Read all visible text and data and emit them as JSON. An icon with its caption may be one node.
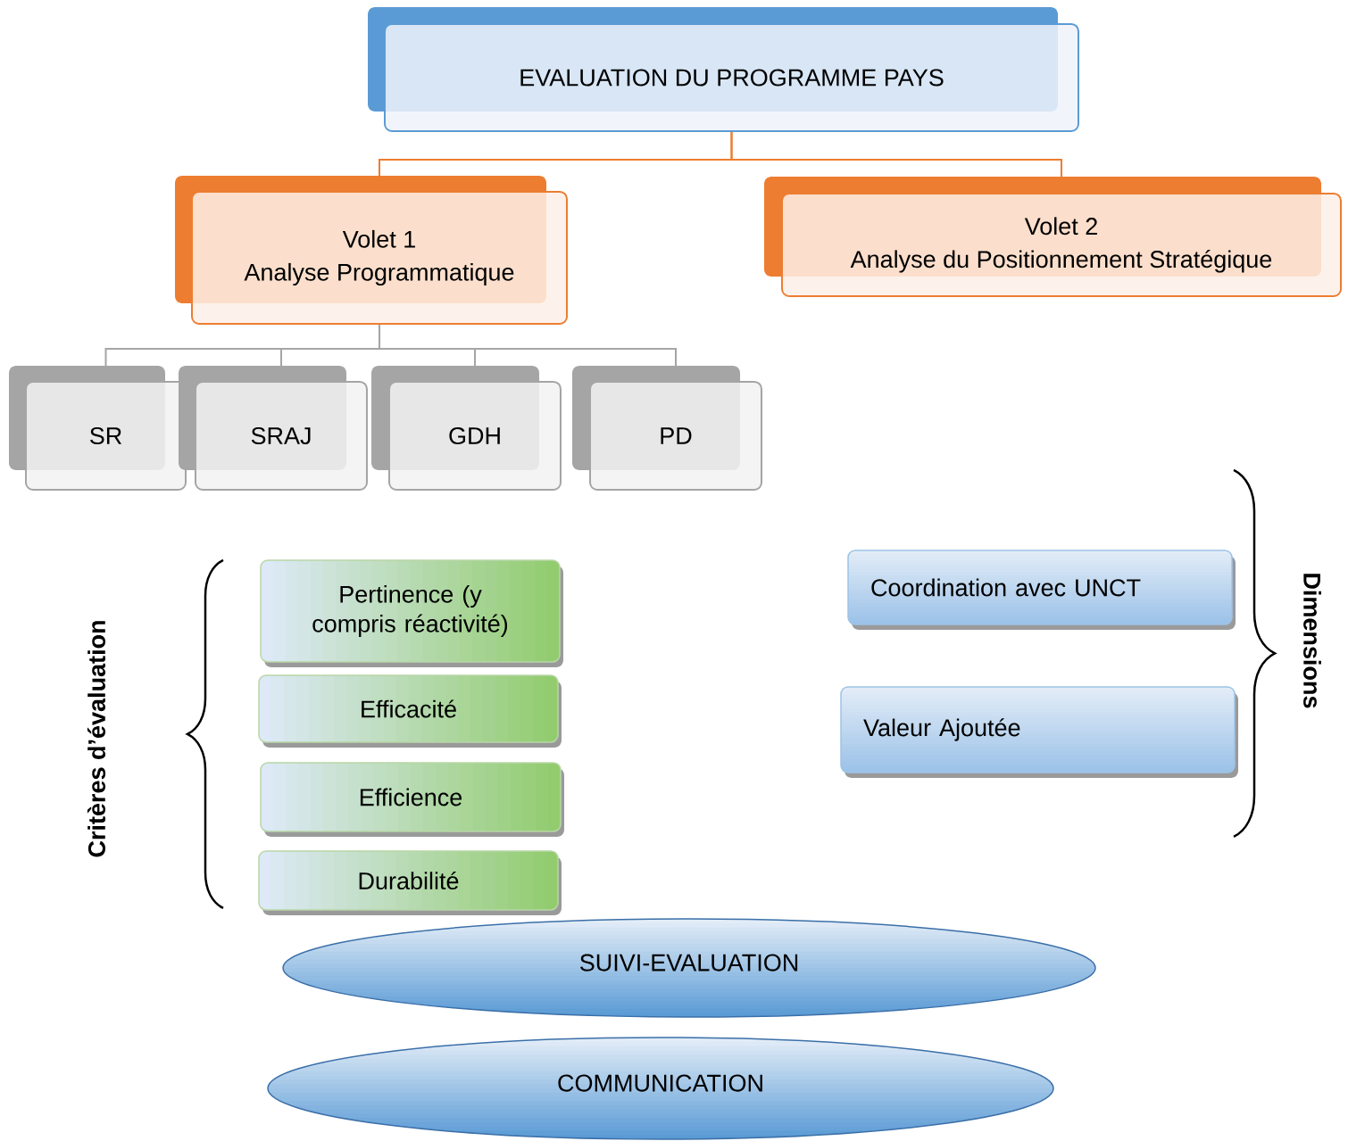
{
  "diagram": {
    "nodes": [
      {
        "text": [
          "EVALUATION DU PROGRAMME PAYS"
        ]
      },
      {
        "text": [
          "Volet 1",
          "Analyse Programmatique"
        ]
      },
      {
        "text": [
          "Volet 2",
          "Analyse du Positionnement  Stratégique"
        ]
      },
      {
        "text": [
          "SR"
        ]
      },
      {
        "text": [
          "SRAJ"
        ]
      },
      {
        "text": [
          "GDH"
        ]
      },
      {
        "text": [
          "PD"
        ]
      },
      {
        "text": [
          "Pertinence (y compris réactivité)"
        ]
      },
      {
        "text": [
          "Efficacité"
        ]
      },
      {
        "text": [
          "Efficience"
        ]
      },
      {
        "text": [
          "Durabilité"
        ]
      },
      {
        "text": [
          "Coordination avec UNCT"
        ]
      },
      {
        "text": [
          "Valeur Ajoutée"
        ]
      },
      {
        "text": [
          "SUIVI-EVALUATION"
        ]
      },
      {
        "text": [
          "COMMUNICATION"
        ]
      }
    ],
    "edges": [
      {
        "from": 0,
        "to": 1,
        "arrow": "none",
        "color": "#ed7d31"
      },
      {
        "from": 0,
        "to": 2,
        "arrow": "none",
        "color": "#ed7d31"
      },
      {
        "from": 1,
        "to": 3,
        "arrow": "none"
      },
      {
        "from": 1,
        "to": 4,
        "arrow": "none"
      },
      {
        "from": 1,
        "to": 5,
        "arrow": "none"
      },
      {
        "from": 1,
        "to": 6,
        "arrow": "none"
      }
    ],
    "labels": [
      "Critères d’évaluation",
      "Dimensions"
    ]
  }
}
